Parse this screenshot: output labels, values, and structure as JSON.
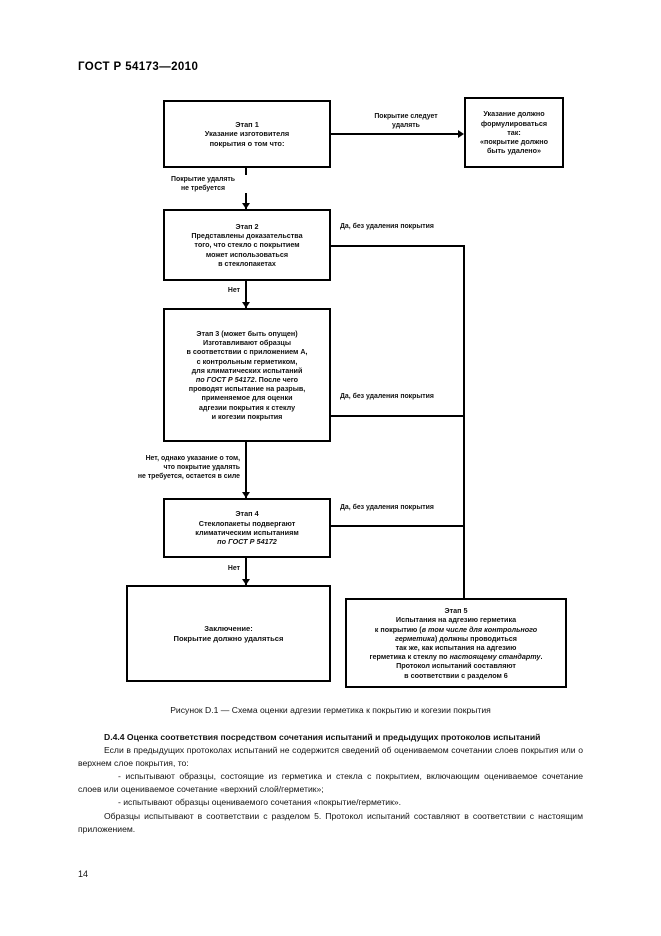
{
  "header": {
    "standard": "ГОСТ Р 54173—2010"
  },
  "figure": {
    "caption": "Рисунок  D.1 — Схема оценки адгезии герметика к покрытию и когезии покрытия",
    "nodes": {
      "stage1": {
        "title": "Этап 1",
        "line2": "Указание изготовителя",
        "line3": "покрытия о том что:"
      },
      "note1": {
        "line1": "Указание должно",
        "line2": "формулироваться",
        "line3": "так:",
        "line4": "«покрытие должно",
        "line5": "быть удалено»"
      },
      "stage2": {
        "title": "Этап 2",
        "line2": "Представлены доказательства",
        "line3": "того, что стекло с покрытием",
        "line4": "может использоваться",
        "line5": "в стеклопакетах"
      },
      "stage3": {
        "title": "Этап 3 (может быть опущен)",
        "line2": "Изготавливают образцы",
        "line3": "в соответствии с приложением А,",
        "line4": "с контрольным герметиком,",
        "line5": "для климатических испытаний",
        "line6": "по ГОСТ Р 54172",
        "line7": ". После чего",
        "line8": "проводят испытание на разрыв,",
        "line9": "применяемое для оценки",
        "line10": "адгезии покрытия к стеклу",
        "line11": "и когезии покрытия"
      },
      "stage4": {
        "title": "Этап 4",
        "line2": "Стеклопакеты подвергают",
        "line3": "климатическим испытаниям",
        "line4": "по ГОСТ Р 54172"
      },
      "conclusion": {
        "line1": "Заключение:",
        "line2": "Покрытие должно удаляться"
      },
      "stage5": {
        "title": "Этап 5",
        "line2": "Испытания на адгезию герметика",
        "line3": "к покрытию (",
        "line3i": "в том числе для контрольного",
        "line4i": "герметика",
        "line4": ") должны проводиться",
        "line5": "так же, как испытания на адгезию",
        "line6": "герметика к стеклу по ",
        "line6i": "настоящему стандарту",
        "line6b": ".",
        "line7": "Протокол испытаний составляют",
        "line8": "в соответствии с разделом 6"
      }
    },
    "edges": {
      "remove_required_l1": "Покрытие следует",
      "remove_required_l2": "удалять",
      "no_removal_needed_l1": "Покрытие удалять",
      "no_removal_needed_l2": "не требуется",
      "yes_no_removal_1": "Да, без удаления покрытия",
      "yes_no_removal_2": "Да, без удаления покрытия",
      "yes_no_removal_3": "Да, без удаления покрытия",
      "no_1": "Нет",
      "no_2": "Нет",
      "no_3": "Нет",
      "no_however_l1": "Нет, однако указание о том,",
      "no_however_l2": "что покрытие удалять",
      "no_however_l3": "не требуется, остается в силе"
    }
  },
  "body": {
    "heading": "D.4.4  Оценка соответствия посредством сочетания испытаний и предыдущих протоколов испытаний",
    "para1": "Если в предыдущих протоколах испытаний не содержится сведений об оцениваемом сочетании слоев покрытия или о верхнем слое покрытия, то:",
    "dash1": "-  испытывают образцы, состоящие из герметика и стекла с покрытием, включающим оцениваемое сочетание слоев или оцениваемое сочетание «верхний слой/герметик»;",
    "dash2": "-  испытывают образцы оцениваемого сочетания «покрытие/герметик».",
    "para2": "Образцы испытывают в соответствии с разделом 5. Протокол испытаний составляют в соответствии с настоящим приложением."
  },
  "footer": {
    "page_number": "14"
  }
}
